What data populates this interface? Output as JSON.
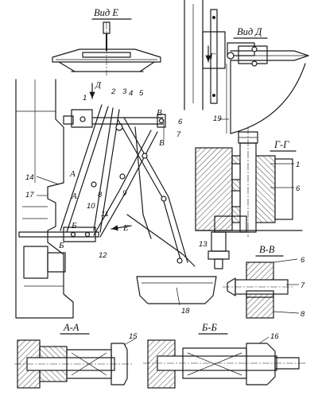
{
  "views": {
    "view_e": "Вид Е",
    "view_d": "Вид Д",
    "section_gg": "Г-Г",
    "section_vv": "В-В",
    "section_aa": "А-А",
    "section_bb": "Б-Б"
  },
  "letters": {
    "d": "Д",
    "g": "Г",
    "v1": "В",
    "v2": "В",
    "a1": "А",
    "a2": "А",
    "b1": "Б",
    "b2": "Б",
    "e": "Е"
  },
  "parts": [
    "1",
    "2",
    "3",
    "4",
    "5",
    "6",
    "7",
    "8",
    "9",
    "10",
    "11",
    "12",
    "13",
    "14",
    "15",
    "16",
    "17",
    "18",
    "19"
  ]
}
